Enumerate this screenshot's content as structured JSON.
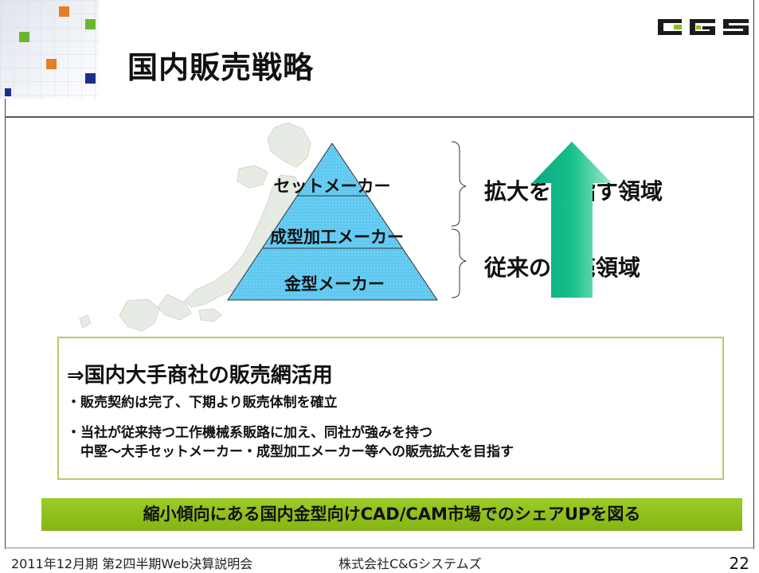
{
  "header": {
    "title": "国内販売戦略",
    "logo_text": "CGS",
    "accent_colors": [
      "#6cb62f",
      "#e67e22",
      "#1c2e8c"
    ]
  },
  "diagram": {
    "pyramid_levels": [
      "セットメーカー",
      "成型加工メーカー",
      "金型メーカー"
    ],
    "pyramid_color": "#5ec8f0",
    "upper_label": "拡大を目指す領域",
    "lower_label": "従来の販売領域",
    "arrow_color": "#16c089",
    "background": "japan-map"
  },
  "info_box": {
    "heading": "⇒国内大手商社の販売網活用",
    "bullets": [
      "・販売契約は完了、下期より販売体制を確立",
      "・当社が従来持つ工作機械系販路に加え、同社が強みを持つ",
      "　中堅～大手セットメーカー・成型加工メーカー等への販売拡大を目指す"
    ]
  },
  "banner": {
    "text": "縮小傾向にある国内金型向けCAD/CAM市場でのシェアUPを図る",
    "color": "#8cbf1c"
  },
  "footer": {
    "period": "2011年12月期 第2四半期Web決算説明会",
    "company": "株式会社C&Gシステムズ",
    "page": "22"
  }
}
